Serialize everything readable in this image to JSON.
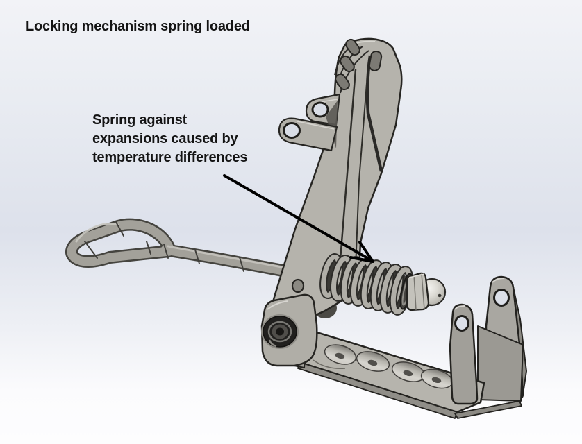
{
  "title": "Locking mechanism spring loaded",
  "annotation": {
    "lines": [
      "Spring against",
      "expansions caused by",
      "temperature differences"
    ]
  },
  "colors": {
    "background_top": "#f2f3f7",
    "background_mid": "#dde1eb",
    "background_bottom": "#fdfdfe",
    "text": "#141414",
    "arrow": "#000000",
    "material_gray": "#b5b3ac",
    "edge_black": "#262522"
  }
}
